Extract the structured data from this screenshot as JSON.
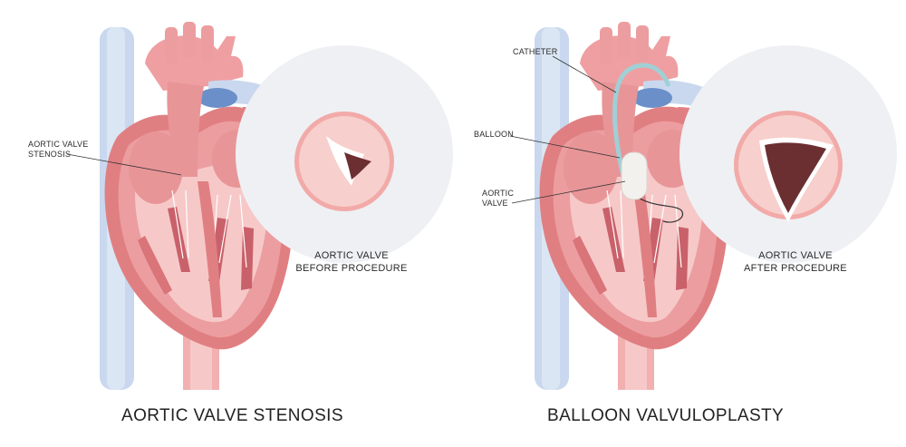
{
  "left_panel": {
    "annotation_line1": "AORTIC VALVE",
    "annotation_line2": "STENOSIS",
    "inset_label_line1": "AORTIC VALVE",
    "inset_label_line2": "BEFORE PROCEDURE",
    "caption": "AORTIC VALVE STENOSIS"
  },
  "right_panel": {
    "catheter_label": "CATHETER",
    "balloon_label": "BALLOON",
    "valve_label_line1": "AORTIC",
    "valve_label_line2": "VALVE",
    "inset_label_line1": "AORTIC VALVE",
    "inset_label_line2": "AFTER PROCEDURE",
    "caption": "BALLOON VALVULOPLASTY"
  },
  "colors": {
    "heart_outer": "#e07f82",
    "heart_wall": "#ec9da0",
    "heart_chamber": "#f6c9c8",
    "heart_dark": "#c9616a",
    "vein_blue": "#c9d8ee",
    "vein_dark": "#6b8fc9",
    "inset_bg": "#eef0f4",
    "opening_dark": "#6b2f31"
  }
}
